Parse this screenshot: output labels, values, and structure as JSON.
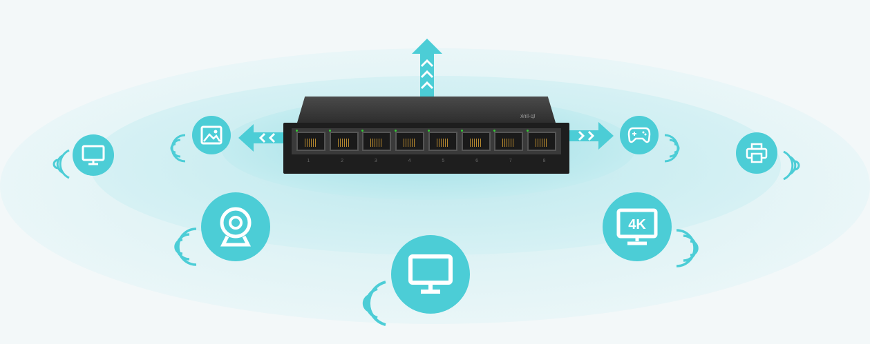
{
  "switch": {
    "logo": "tp-link",
    "ports": [
      "1",
      "2",
      "3",
      "4",
      "5",
      "6",
      "7",
      "8"
    ]
  },
  "devices": [
    {
      "name": "monitor-left"
    },
    {
      "name": "image"
    },
    {
      "name": "webcam"
    },
    {
      "name": "monitor-bottom"
    },
    {
      "name": "tv-4k",
      "label": "4K"
    },
    {
      "name": "gamepad"
    },
    {
      "name": "printer"
    }
  ],
  "colors": {
    "accent": "#4ccdd6",
    "background": "#f3f8f9",
    "ring": "#d8f1f3"
  }
}
